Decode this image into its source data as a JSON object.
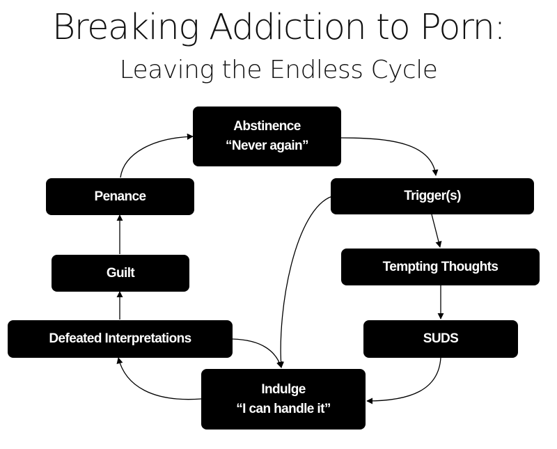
{
  "title": "Breaking Addiction to Porn:",
  "subtitle": "Leaving the Endless Cycle",
  "nodes": {
    "abstinence": {
      "line1": "Abstinence",
      "line2": "“Never again”"
    },
    "trigger": {
      "line1": "Trigger(s)"
    },
    "tempting_thoughts": {
      "line1": "Tempting Thoughts"
    },
    "suds": {
      "line1": "SUDS"
    },
    "indulge": {
      "line1": "Indulge",
      "line2": "“I can handle it”"
    },
    "defeated": {
      "line1": "Defeated Interpretations"
    },
    "guilt": {
      "line1": "Guilt"
    },
    "penance": {
      "line1": "Penance"
    }
  },
  "edges": [
    {
      "from": "abstinence",
      "to": "trigger"
    },
    {
      "from": "trigger",
      "to": "tempting_thoughts"
    },
    {
      "from": "trigger",
      "to": "indulge"
    },
    {
      "from": "tempting_thoughts",
      "to": "suds"
    },
    {
      "from": "suds",
      "to": "indulge"
    },
    {
      "from": "indulge",
      "to": "defeated"
    },
    {
      "from": "defeated",
      "to": "indulge"
    },
    {
      "from": "defeated",
      "to": "guilt"
    },
    {
      "from": "guilt",
      "to": "penance"
    },
    {
      "from": "penance",
      "to": "abstinence"
    }
  ]
}
